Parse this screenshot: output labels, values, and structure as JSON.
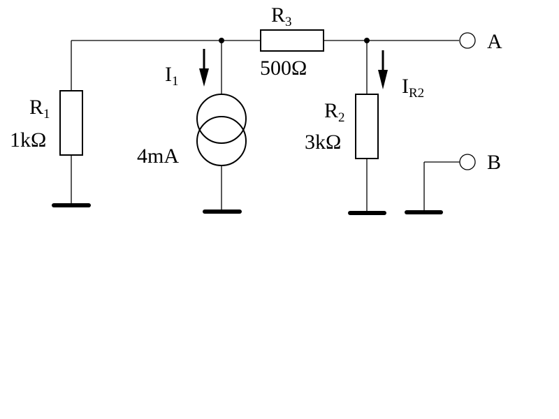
{
  "circuit": {
    "r1": {
      "name": "R",
      "index": "1",
      "value": "1kΩ"
    },
    "r2": {
      "name": "R",
      "index": "2",
      "value": "3kΩ"
    },
    "r3": {
      "name": "R",
      "index": "3",
      "value": "500Ω"
    },
    "i1": {
      "name": "I",
      "index": "1",
      "value": "4mA"
    },
    "ir2": {
      "name": "I",
      "index": "R2"
    },
    "terminal_a": "A",
    "terminal_b": "B"
  }
}
